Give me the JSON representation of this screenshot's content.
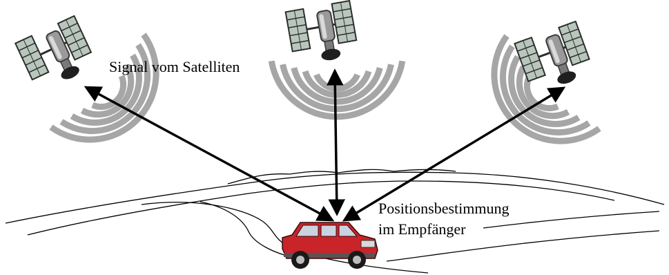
{
  "labels": {
    "signal": "Signal vom Satelliten",
    "position_line1": "Positionsbestimmung",
    "position_line2": "im Empfänger"
  },
  "colors": {
    "arrow": "#000000",
    "waves": "#a6a6a6",
    "panel": "#b9c6bd",
    "panel_frame": "#2b2f2b",
    "satellite_body": "#9a9a9a",
    "dish": "#1f1f1f",
    "car_body": "#c8242a",
    "car_window": "#c9d4e0",
    "terrain": "#000000"
  },
  "icons": {
    "satellites": [
      "satellite-icon",
      "satellite-icon",
      "satellite-icon"
    ],
    "vehicle": "suv-car-icon"
  }
}
